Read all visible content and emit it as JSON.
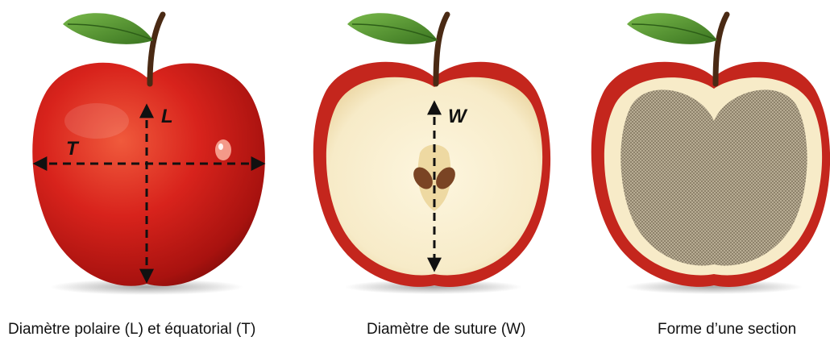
{
  "panels": [
    {
      "caption": "Diamètre polaire (L) et équatorial (T)",
      "labels": {
        "polar": "L",
        "equatorial": "T"
      }
    },
    {
      "caption": "Diamètre de suture (W)",
      "labels": {
        "suture": "W"
      }
    },
    {
      "caption": "Forme d’une section"
    }
  ],
  "colors": {
    "apple_red": "#d8231c",
    "flesh": "#f7ebc8",
    "leaf": "#4c8a2c",
    "stem": "#4a2a14",
    "seed": "#7a4424",
    "section_fill": "#9a8c72"
  }
}
